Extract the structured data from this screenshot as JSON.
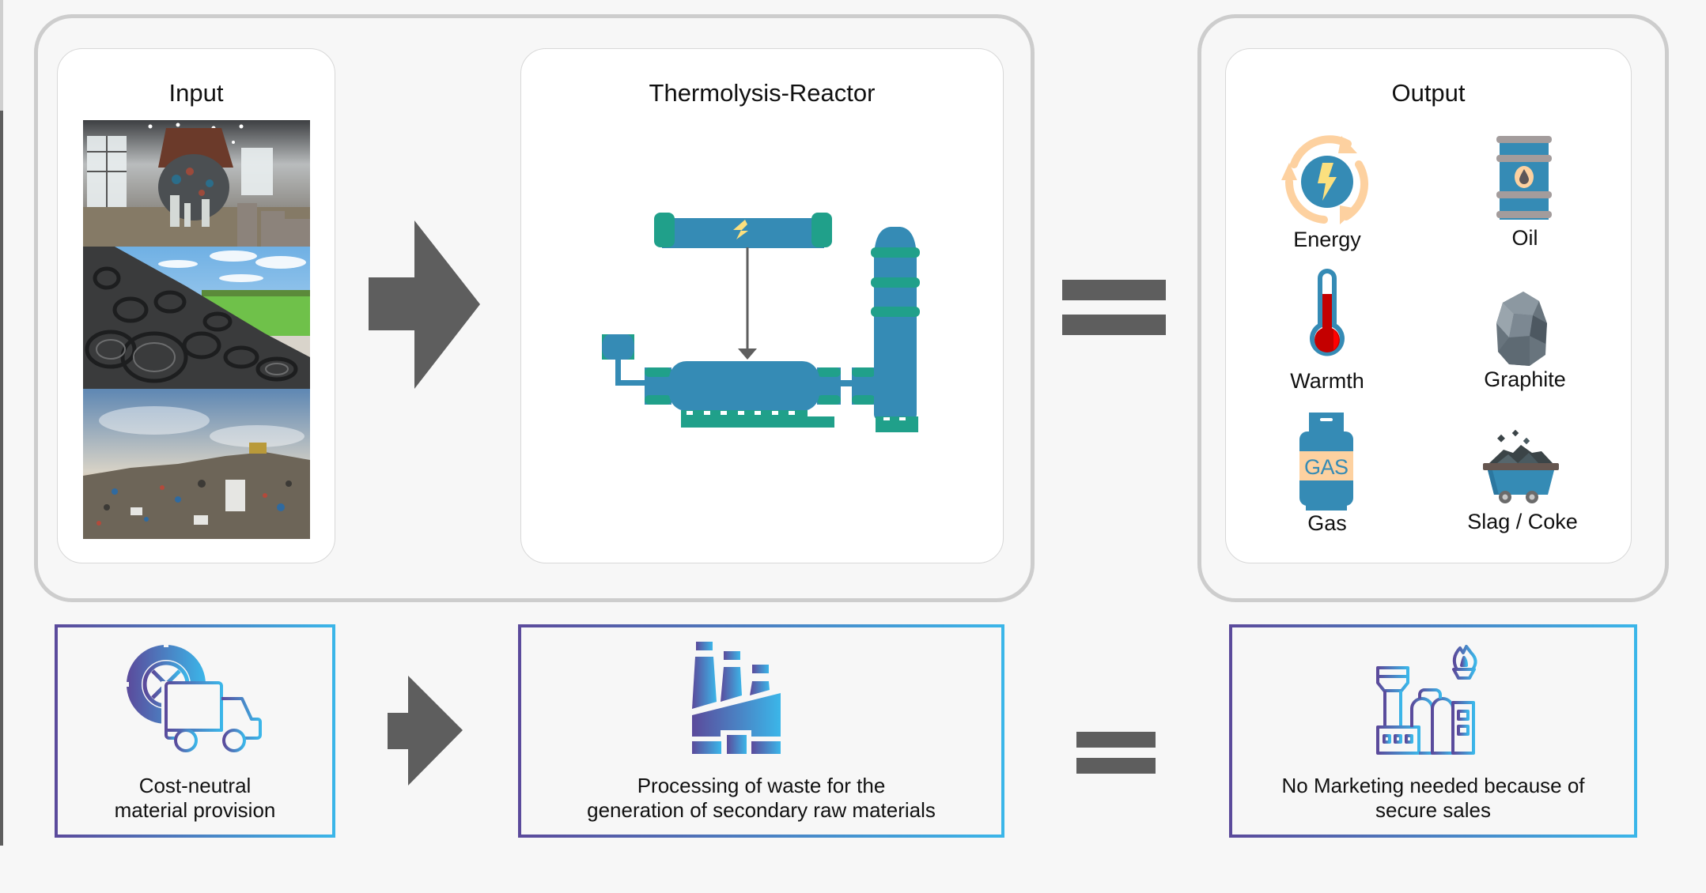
{
  "diagram": {
    "input": {
      "title": "Input",
      "photos": [
        "waste-crane-hall-photo",
        "tire-pile-photo",
        "landfill-photo"
      ]
    },
    "reactor": {
      "title": "Thermolysis-Reactor"
    },
    "output": {
      "title": "Output",
      "items": [
        {
          "label": "Energy",
          "icon": "energy-cycle-icon"
        },
        {
          "label": "Oil",
          "icon": "oil-barrel-icon"
        },
        {
          "label": "Warmth",
          "icon": "thermometer-icon"
        },
        {
          "label": "Graphite",
          "icon": "graphite-rock-icon"
        },
        {
          "label": "Gas",
          "icon": "gas-cylinder-icon",
          "badge": "GAS"
        },
        {
          "label": "Slag / Coke",
          "icon": "mine-cart-icon"
        }
      ]
    },
    "bottom": [
      {
        "label_line1": "Cost-neutral",
        "label_line2": "material provision",
        "icon": "tire-truck-icon"
      },
      {
        "label_line1": "Processing of waste for the",
        "label_line2": "generation of secondary raw materials",
        "icon": "factory-icon"
      },
      {
        "label_line1": "No Marketing needed because of",
        "label_line2": "secure sales",
        "icon": "refinery-icon"
      }
    ],
    "colors": {
      "reactor_blue": "#358bb5",
      "reactor_green": "#20a08a",
      "arrow_gray": "#5e5e5e",
      "gradient_start": "#5b4a9b",
      "gradient_end": "#3bb6e9",
      "warm_peach": "#fdd1a0",
      "thermo_red": "#c40000"
    }
  }
}
